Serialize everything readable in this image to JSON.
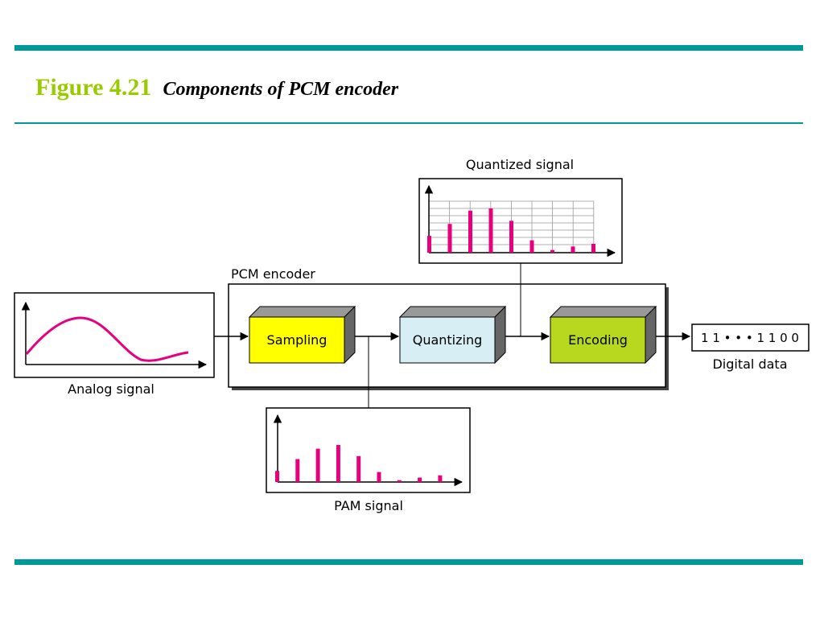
{
  "slide": {
    "figure_number": "Figure 4.21",
    "caption": "Components of PCM encoder"
  },
  "diagram": {
    "encoder_label": "PCM encoder",
    "stages": [
      {
        "label": "Sampling",
        "color": "#ffff00"
      },
      {
        "label": "Quantizing",
        "color": "#d6eef4"
      },
      {
        "label": "Encoding",
        "color": "#b7d81e"
      }
    ],
    "analog_label": "Analog signal",
    "pam_label": "PAM signal",
    "quantized_label": "Quantized signal",
    "digital_label": "Digital data",
    "digital_value": "1 1 • • • 1 1 0 0",
    "pam_samples": [
      0.3,
      0.62,
      0.9,
      1.0,
      0.7,
      0.27,
      0.05,
      0.12,
      0.18
    ],
    "quantized_samples": [
      0.38,
      0.65,
      0.95,
      1.0,
      0.72,
      0.28,
      0.06,
      0.14,
      0.2
    ]
  },
  "colors": {
    "accent_bar": "#009999",
    "title_green": "#99cc00",
    "signal": "#e6007e"
  }
}
